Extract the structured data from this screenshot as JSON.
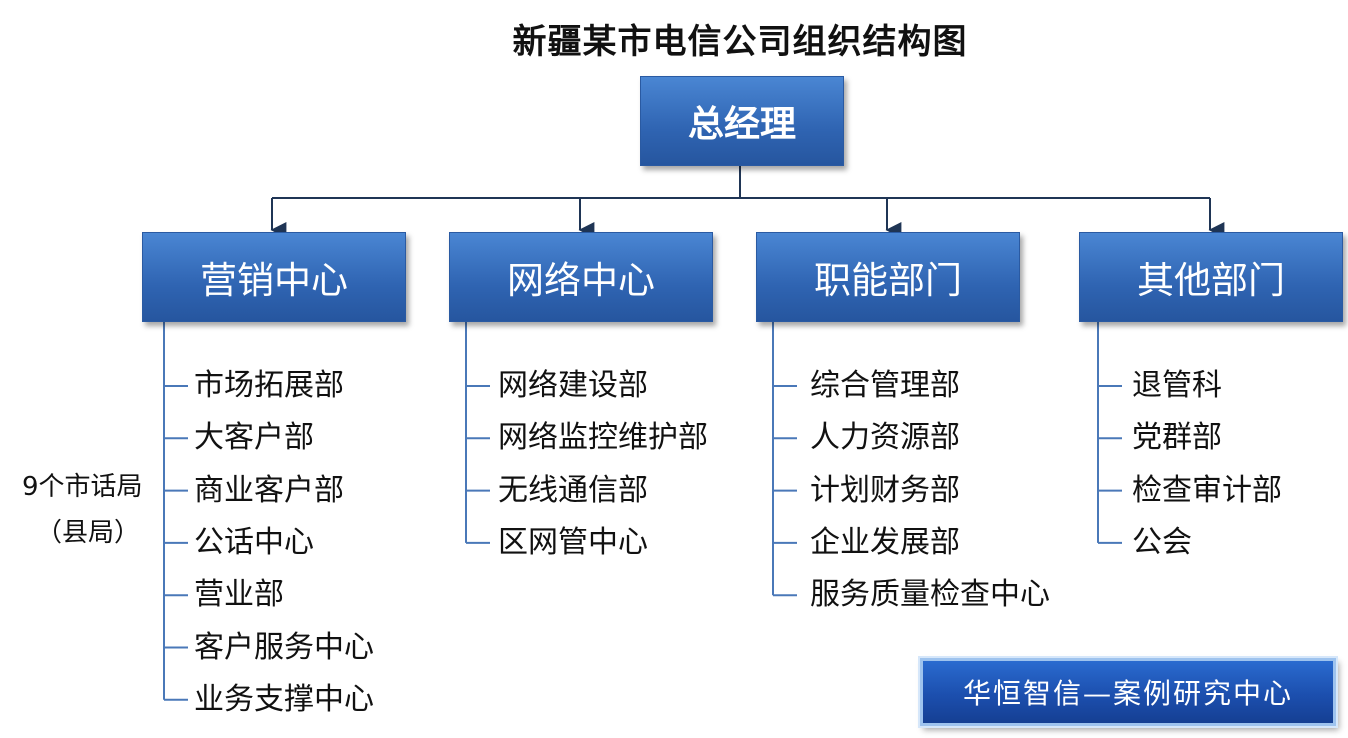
{
  "title": "新疆某市电信公司组织结构图",
  "root": "总经理",
  "departments": [
    {
      "label": "营销中心",
      "children": [
        "市场拓展部",
        "大客户部",
        "商业客户部",
        "公话中心",
        "营业部",
        "客户服务中心",
        "业务支撑中心"
      ]
    },
    {
      "label": "网络中心",
      "children": [
        "网络建设部",
        "网络监控维护部",
        "无线通信部",
        "区网管中心"
      ]
    },
    {
      "label": "职能部门",
      "children": [
        "综合管理部",
        "人力资源部",
        "计划财务部",
        "企业发展部",
        "服务质量检查中心"
      ]
    },
    {
      "label": "其他部门",
      "children": [
        "退管科",
        "党群部",
        "检查审计部",
        "公会"
      ]
    }
  ],
  "side_note": {
    "line1": "9个市话局",
    "line2": "（县局）"
  },
  "watermark": "华恒智信—案例研究中心",
  "colors": {
    "box_blue": "#2f64b2",
    "line_blue": "#4a78b8",
    "connector": "#1f3555"
  }
}
